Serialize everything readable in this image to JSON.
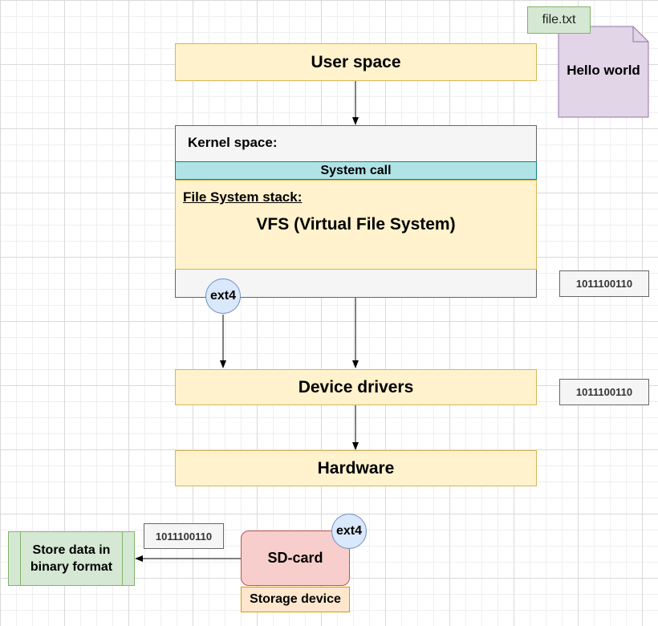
{
  "diagram": {
    "user_space": "User space",
    "kernel_space": "Kernel space:",
    "system_call": "System call",
    "fs_stack": "File System stack:",
    "vfs": "VFS (Virtual File System)",
    "ext4_kernel": "ext4",
    "device_drivers": "Device drivers",
    "hardware": "Hardware",
    "file_name": "file.txt",
    "file_content": "Hello world",
    "binary_1": "1011100110",
    "binary_2": "1011100110",
    "binary_3": "1011100110",
    "store_data_line1": "Store data in",
    "store_data_line2": "binary format",
    "sd_card": "SD-card",
    "ext4_sd": "ext4",
    "storage_device": "Storage device"
  },
  "colors": {
    "yellow_fill": "#fff2cc",
    "yellow_stroke": "#d6b656",
    "teal_fill": "#b0e3e6",
    "teal_stroke": "#0e8088",
    "purple_fill": "#e1d5e7",
    "purple_stroke": "#9673a6",
    "green_fill": "#d5e8d4",
    "green_stroke": "#82b366",
    "red_fill": "#f8cecc",
    "red_stroke": "#b85450",
    "orange_fill": "#ffe6cc",
    "orange_stroke": "#d79b00",
    "blue_fill": "#dae8fc",
    "blue_stroke": "#6c8ebf"
  }
}
